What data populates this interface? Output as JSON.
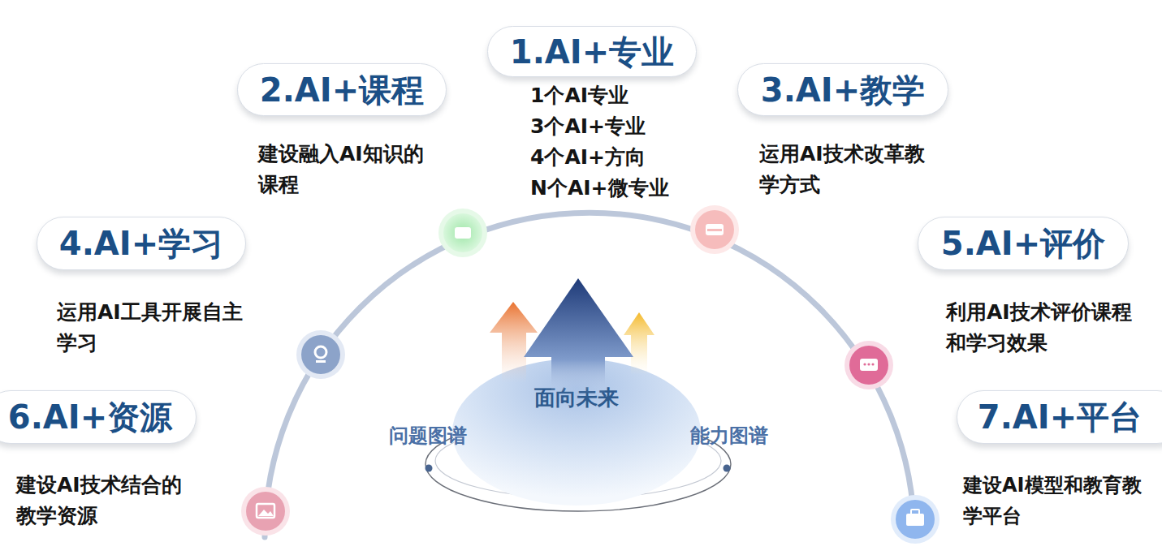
{
  "diagram": {
    "nodes": [
      {
        "text": [
          "1.AI+专业",
          "1个AI专业",
          "3个AI+专业",
          "4个AI+方向",
          "N个AI+微专业"
        ]
      },
      {
        "text": [
          "2.AI+课程",
          "建设融入AI知识的 课程"
        ]
      },
      {
        "text": [
          "3.AI+教学",
          "运用AI技术改革教 学方式"
        ]
      },
      {
        "text": [
          "4.AI+学习",
          "运用AI工具开展自主 学习"
        ]
      },
      {
        "text": [
          "5.AI+评价",
          "利用AI技术评价课程 和学习效果"
        ]
      },
      {
        "text": [
          "6.AI+资源",
          "建设AI技术结合的 教学资源"
        ]
      },
      {
        "text": [
          "7.AI+平台",
          "建设AI模型和教育教 学平台"
        ]
      },
      {
        "text": [
          "面向未来"
        ]
      }
    ],
    "labels": [
      "问题图谱",
      "能力图谱"
    ]
  }
}
